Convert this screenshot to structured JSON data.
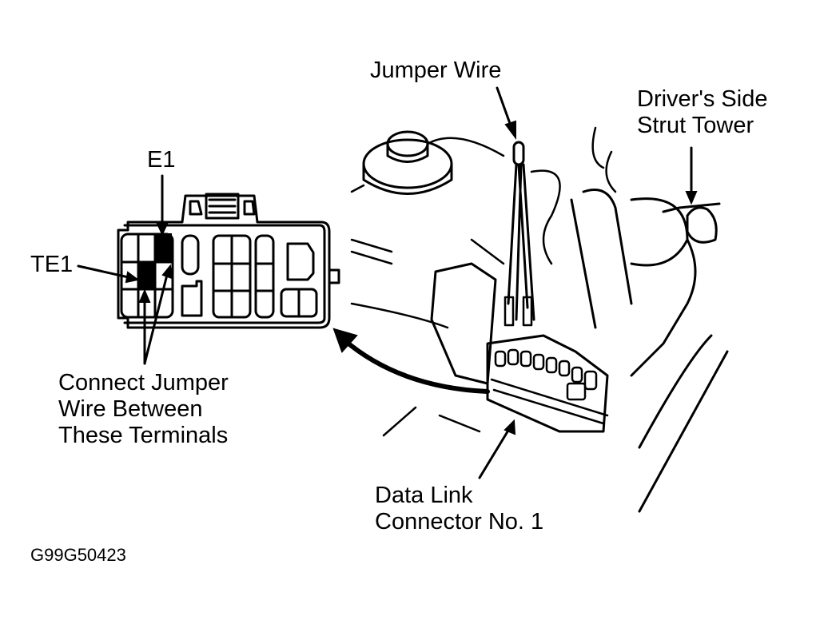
{
  "diagram": {
    "type": "automotive-connector-procedure",
    "labels": {
      "jumper_wire": "Jumper Wire",
      "strut_tower_line1": "Driver's Side",
      "strut_tower_line2": "Strut Tower",
      "e1": "E1",
      "te1": "TE1",
      "connect_line1": "Connect Jumper",
      "connect_line2": "Wire Between",
      "connect_line3": "These Terminals",
      "dlc_line1": "Data Link",
      "dlc_line2": "Connector No. 1",
      "figure_id": "G99G50423"
    },
    "terminals_highlighted": [
      "E1",
      "TE1"
    ],
    "colors": {
      "line": "#000000",
      "background": "#ffffff",
      "terminal_fill": "#000000"
    }
  }
}
